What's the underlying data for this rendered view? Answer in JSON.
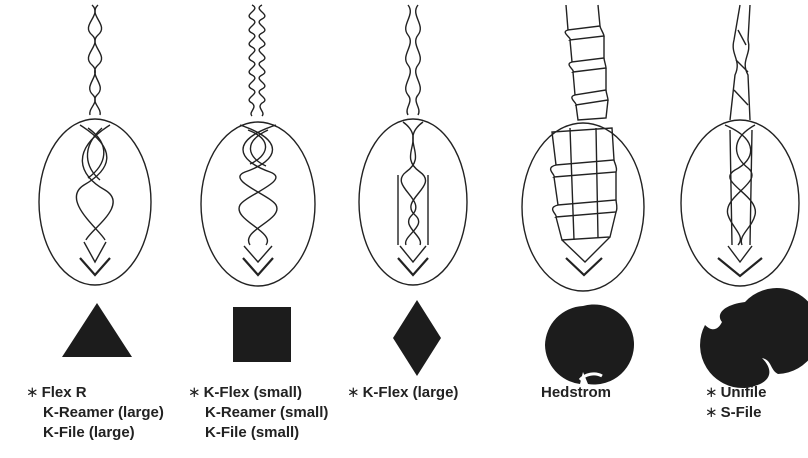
{
  "instruments": [
    {
      "id": "triangle",
      "cross_section": "triangle",
      "labels": [
        {
          "text": "Flex R",
          "starred": true
        },
        {
          "text": "K-Reamer (large)",
          "starred": false
        },
        {
          "text": "K-File (large)",
          "starred": false
        }
      ]
    },
    {
      "id": "square",
      "cross_section": "square",
      "labels": [
        {
          "text": "K-Flex (small)",
          "starred": true
        },
        {
          "text": "K-Reamer (small)",
          "starred": false
        },
        {
          "text": "K-File (small)",
          "starred": false
        }
      ]
    },
    {
      "id": "rhombus",
      "cross_section": "rhombus",
      "labels": [
        {
          "text": "K-Flex (large)",
          "starred": true
        }
      ]
    },
    {
      "id": "hedstrom",
      "cross_section": "circle-with-notch",
      "labels": [
        {
          "text": "Hedstrom",
          "starred": false
        }
      ]
    },
    {
      "id": "unifile",
      "cross_section": "circle-with-two-notches",
      "labels": [
        {
          "text": "Unifile",
          "starred": true
        },
        {
          "text": "S-File",
          "starred": true
        }
      ]
    }
  ],
  "star_symbol": "∗",
  "colors": {
    "ink": "#222222",
    "fill": "#1c1c1c",
    "background": "#ffffff"
  }
}
